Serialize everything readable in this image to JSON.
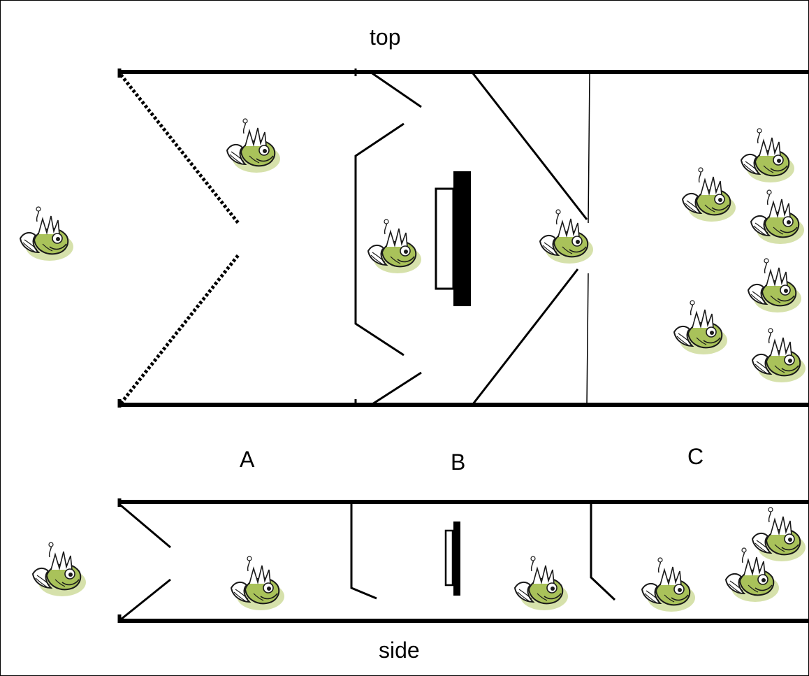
{
  "labels": {
    "top": "top",
    "side": "side",
    "section_a": "A",
    "section_b": "B",
    "section_c": "C"
  },
  "colors": {
    "line": "#000000",
    "fish_body": "#a9c25a",
    "fish_shadow": "#cfdc9c",
    "fish_outline": "#1a1a1a",
    "background": "#ffffff"
  },
  "icons": {
    "fish": "fish-icon"
  }
}
